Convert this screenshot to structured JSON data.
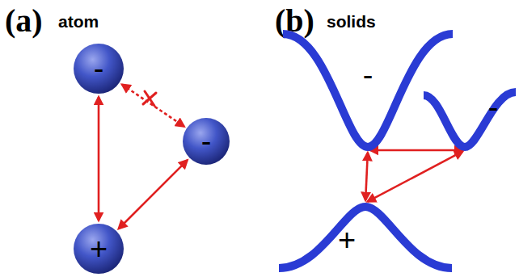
{
  "diagram": {
    "nodes": [
      {
        "text": [
          "-"
        ]
      },
      {
        "text": [
          "-"
        ]
      },
      {
        "text": [
          "+"
        ]
      },
      {
        "text": [
          "-"
        ]
      },
      {
        "text": [
          "-"
        ]
      },
      {
        "text": [
          "+"
        ]
      }
    ],
    "edges": [
      {
        "from": 0,
        "to": 2,
        "arrow": "both"
      },
      {
        "from": 2,
        "to": 1,
        "arrow": "both"
      },
      {
        "from": 0,
        "to": 1,
        "arrow": "both"
      },
      {
        "from": 3,
        "to": 5,
        "arrow": "both"
      },
      {
        "from": 3,
        "to": 4,
        "arrow": "both"
      },
      {
        "from": 4,
        "to": 5,
        "arrow": "both"
      }
    ],
    "labels": [
      "(a)",
      "atom",
      "(b)",
      "solids"
    ]
  }
}
